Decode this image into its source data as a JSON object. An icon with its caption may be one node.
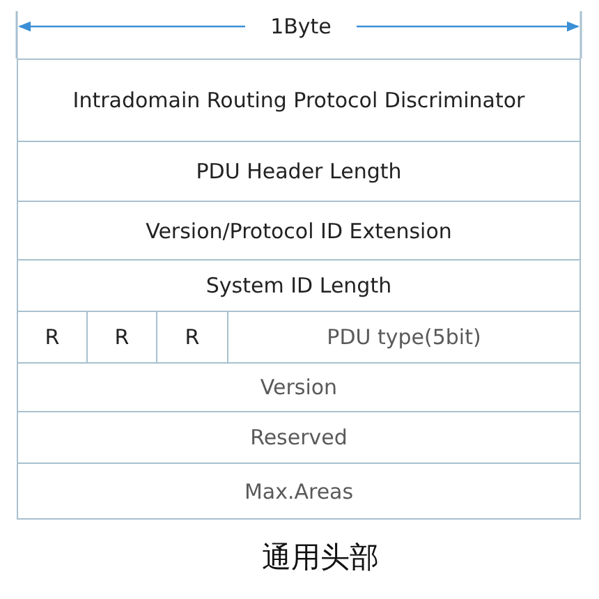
{
  "diagram": {
    "caption": "通用头部",
    "nodes": [
      {
        "text": [
          "Intradomain Routing Protocol Discriminator"
        ]
      },
      {
        "text": [
          "PDU Header Length"
        ]
      },
      {
        "text": [
          "Version/Protocol ID Extension"
        ]
      },
      {
        "text": [
          "System ID Length"
        ]
      },
      {
        "text": [
          "R"
        ]
      },
      {
        "text": [
          "R"
        ]
      },
      {
        "text": [
          "R"
        ]
      },
      {
        "text": [
          "PDU type(5bit)"
        ]
      },
      {
        "text": [
          "Version"
        ]
      },
      {
        "text": [
          "Reserved"
        ]
      },
      {
        "text": [
          "Max.Areas"
        ]
      }
    ],
    "labels": [
      "1Byte"
    ]
  }
}
